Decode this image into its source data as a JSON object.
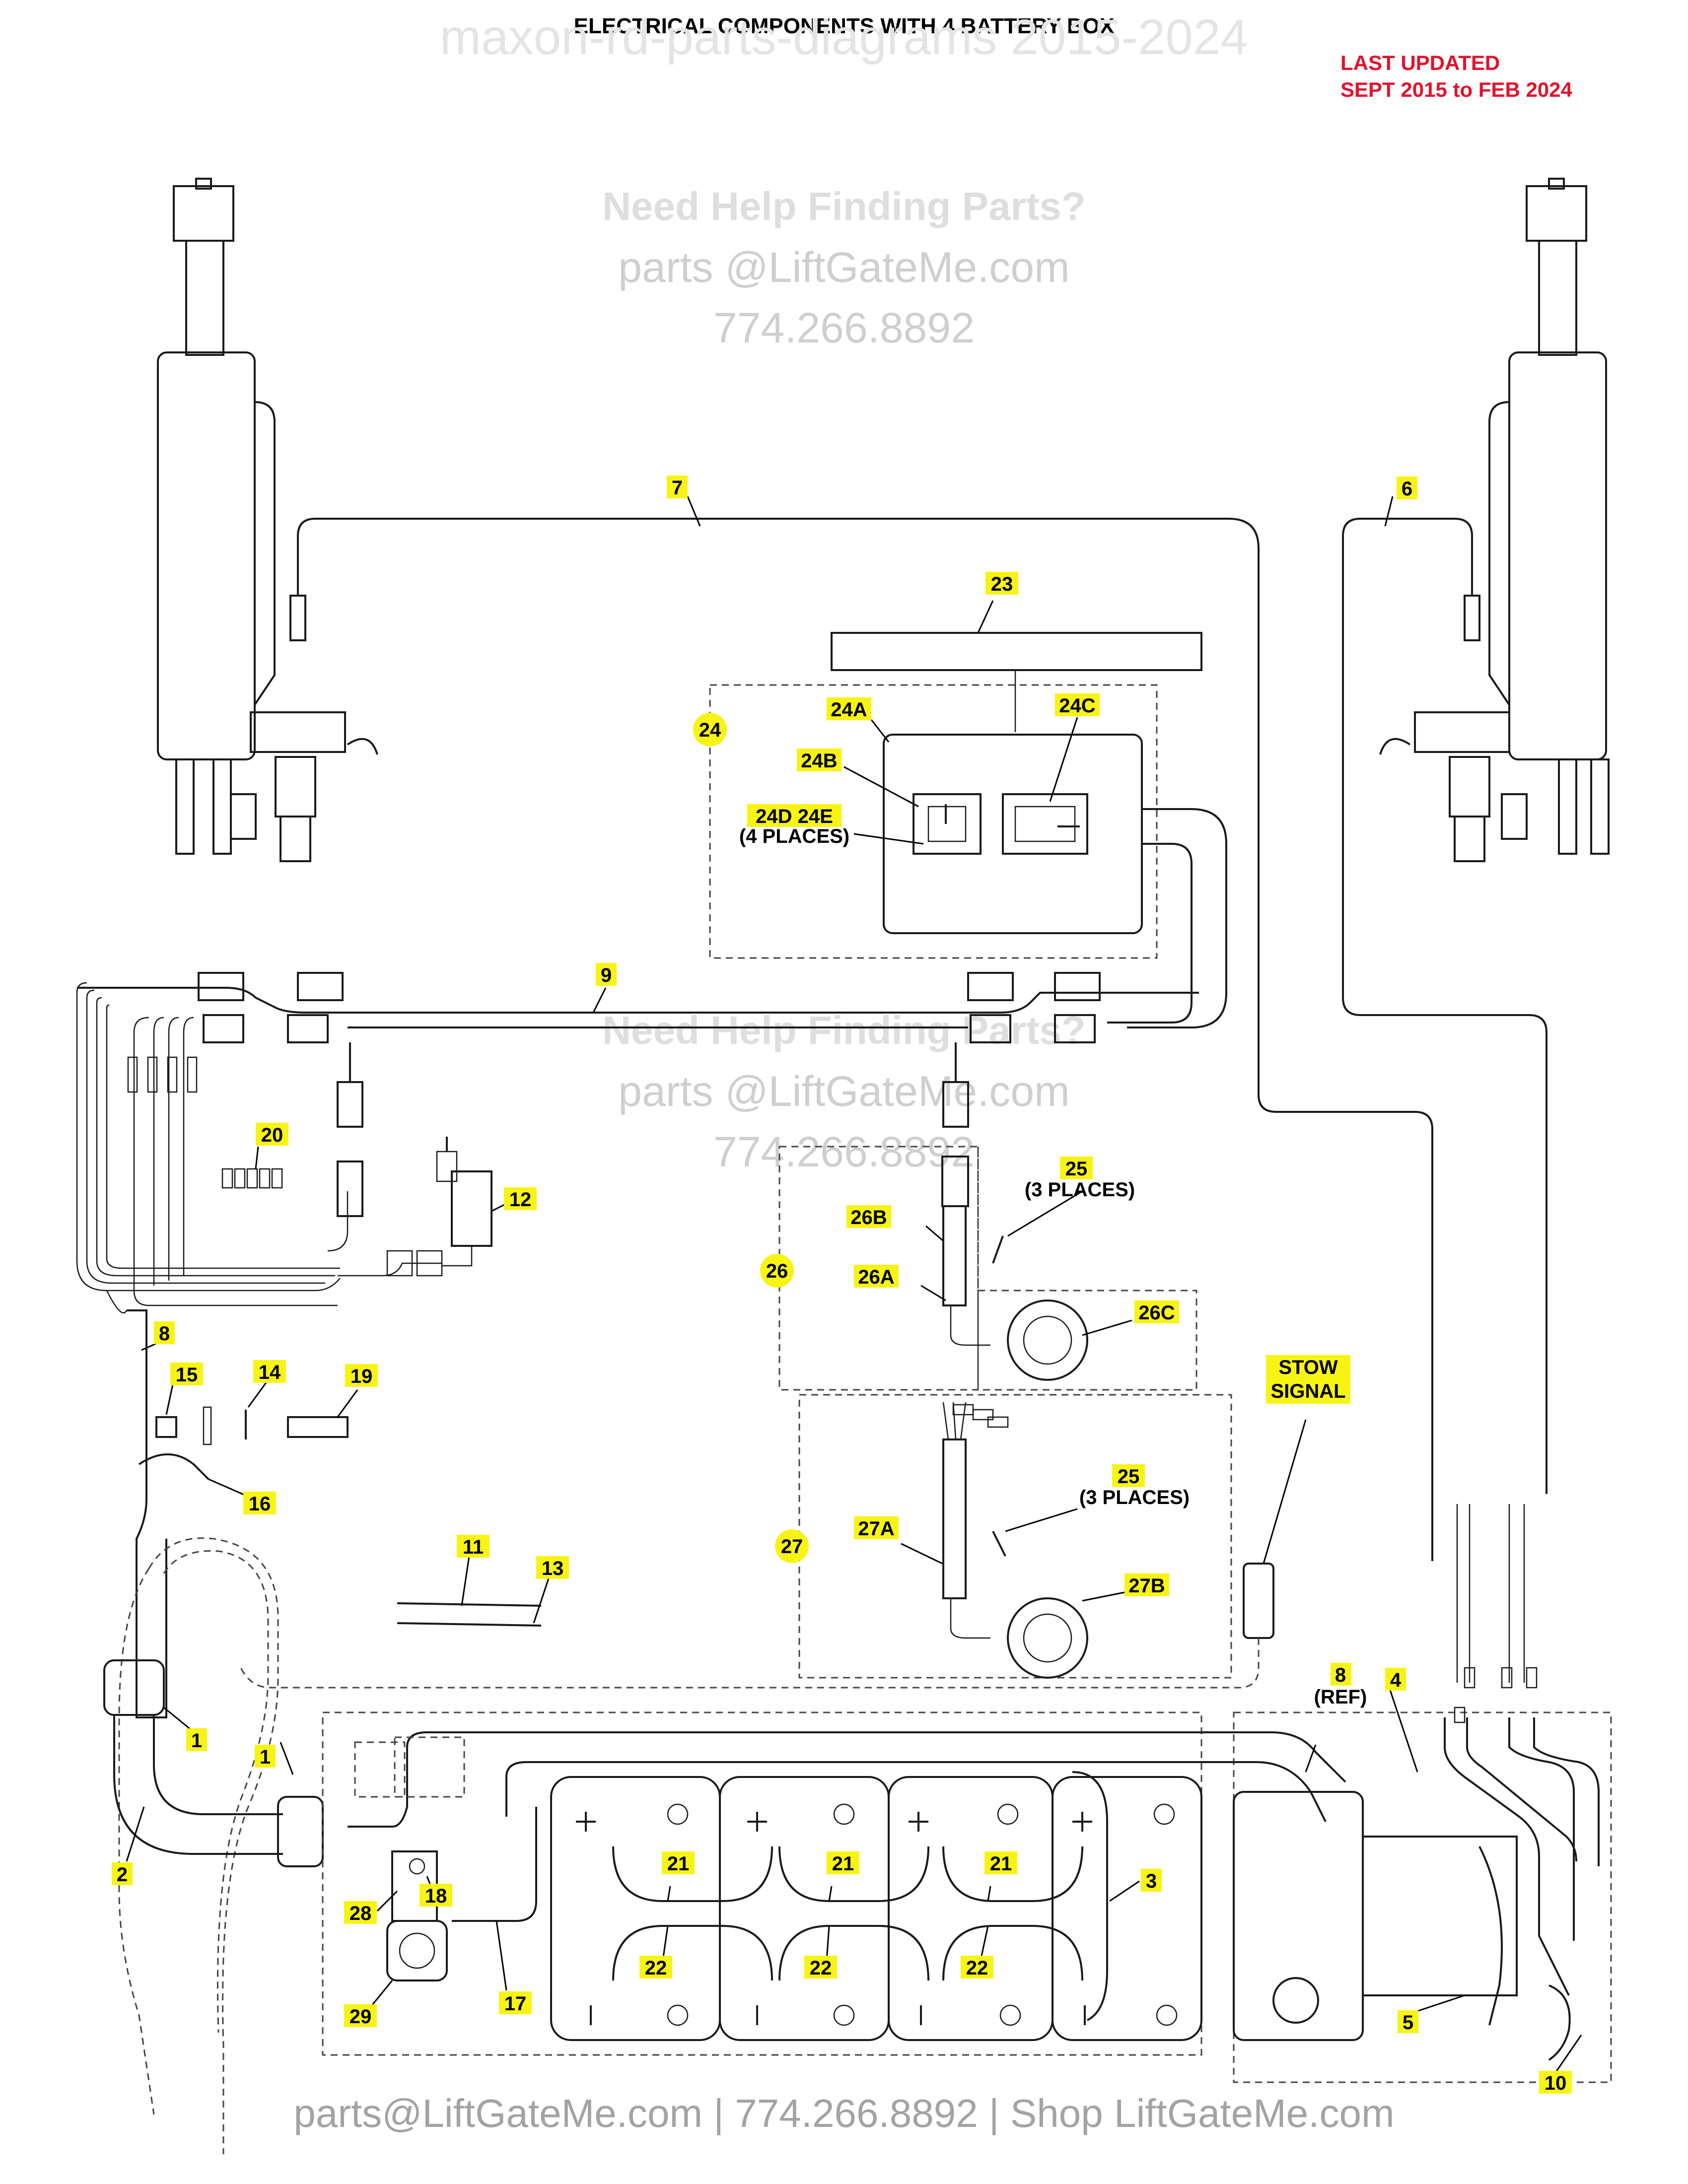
{
  "header": {
    "title": "ELECTRICAL COMPONENTS WITH 4 BATTERY BOX",
    "updated_line1": "LAST UPDATED",
    "updated_line2": "SEPT 2015 to FEB 2024"
  },
  "watermarks": {
    "top_faint": "maxon-rd-parts-diagrams 2015-2024",
    "help_heading": "Need Help Finding Parts?",
    "help_email": "parts @LiftGateMe.com",
    "help_phone": "774.266.8892"
  },
  "footer": {
    "text": "parts@LiftGateMe.com | 774.266.8892 | Shop LiftGateMe.com"
  },
  "callouts": {
    "c1a": "1",
    "c1b": "1",
    "c2": "2",
    "c3": "3",
    "c4": "4",
    "c5": "5",
    "c6": "6",
    "c7": "7",
    "c8": "8",
    "c8ref_num": "8",
    "c8ref_text": "(REF)",
    "c9": "9",
    "c10": "10",
    "c11": "11",
    "c12": "12",
    "c13": "13",
    "c14": "14",
    "c15": "15",
    "c16": "16",
    "c17": "17",
    "c18": "18",
    "c19": "19",
    "c20": "20",
    "c21a": "21",
    "c21b": "21",
    "c21c": "21",
    "c22a": "22",
    "c22b": "22",
    "c22c": "22",
    "c23": "23",
    "c24": "24",
    "c24A": "24A",
    "c24B": "24B",
    "c24C": "24C",
    "c24DE": "24D 24E",
    "c24DE_note": "(4 PLACES)",
    "c25a": "25",
    "c25a_note": "(3 PLACES)",
    "c25b": "25",
    "c25b_note": "(3 PLACES)",
    "c26": "26",
    "c26A": "26A",
    "c26B": "26B",
    "c26C": "26C",
    "c27": "27",
    "c27A": "27A",
    "c27B": "27B",
    "c28": "28",
    "c29": "29",
    "stow_line1": "STOW",
    "stow_line2": "SIGNAL"
  },
  "colors": {
    "highlight": "#f7f414",
    "updated_red": "#e3122b",
    "line": "#1a1a1a"
  }
}
